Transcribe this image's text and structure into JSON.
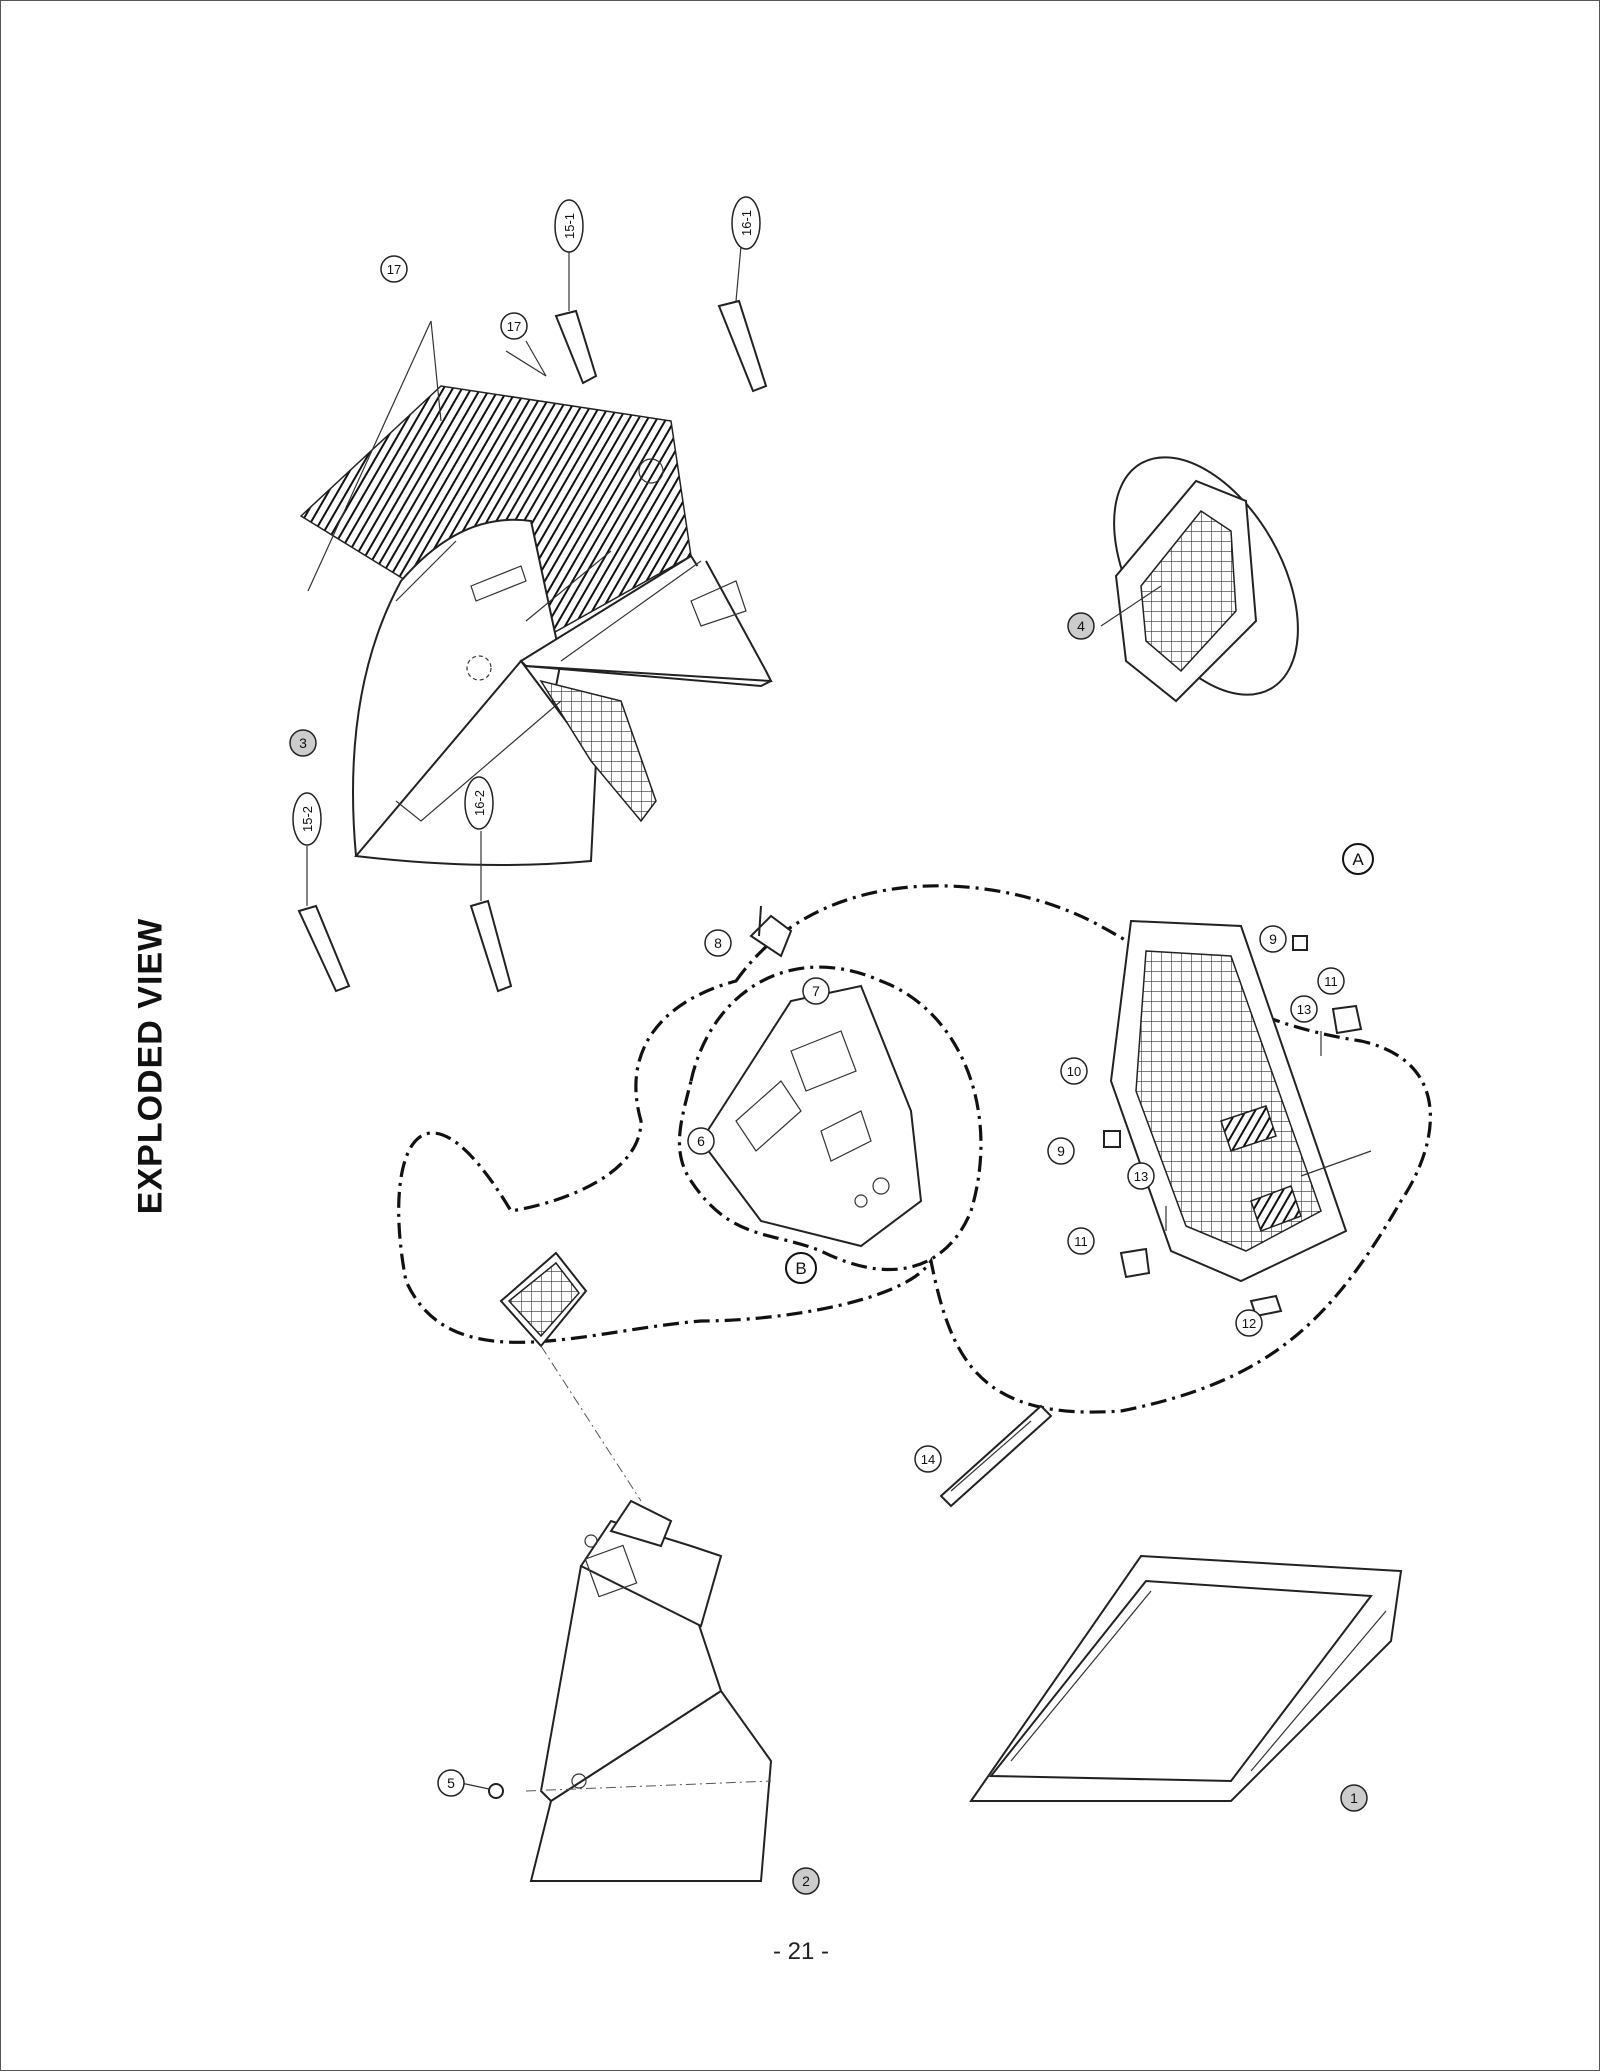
{
  "title": "EXPLODED VIEW",
  "page_number": "- 21 -",
  "callouts": {
    "c1": "1",
    "c2": "2",
    "c3": "3",
    "c4": "4",
    "c5": "5",
    "c6": "6",
    "c7": "7",
    "c8": "8",
    "c9a": "9",
    "c9b": "9",
    "c10": "10",
    "c11a": "11",
    "c11b": "11",
    "c12": "12",
    "c13a": "13",
    "c13b": "13",
    "c14": "14",
    "c15_1": "15-1",
    "c15_2": "15-2",
    "c16_1": "16-1",
    "c16_2": "16-2",
    "c17a": "17",
    "c17b": "17"
  },
  "assemblies": {
    "a": "A",
    "b": "B"
  }
}
